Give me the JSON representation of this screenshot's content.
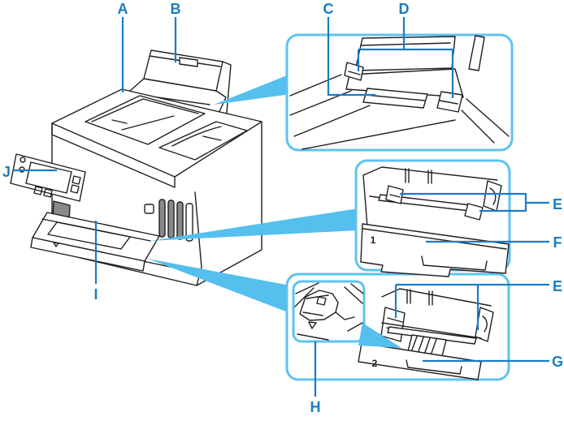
{
  "diagram": {
    "labels": {
      "a": "A",
      "b": "B",
      "c": "C",
      "d": "D",
      "e": "E",
      "f": "F",
      "g": "G",
      "h": "H",
      "i": "I",
      "j": "J"
    },
    "markers": {
      "cassette_1": "1",
      "cassette_2": "2"
    },
    "colors": {
      "background": "#ffffff",
      "label_text": "#1a7dc2",
      "leader_line": "#1a7dc2",
      "callout_border": "#5fc2f0",
      "pointer_fill": "#55bfee",
      "line_art": "#1f1f1f",
      "shaded_fill": "#8a8a8a"
    }
  }
}
